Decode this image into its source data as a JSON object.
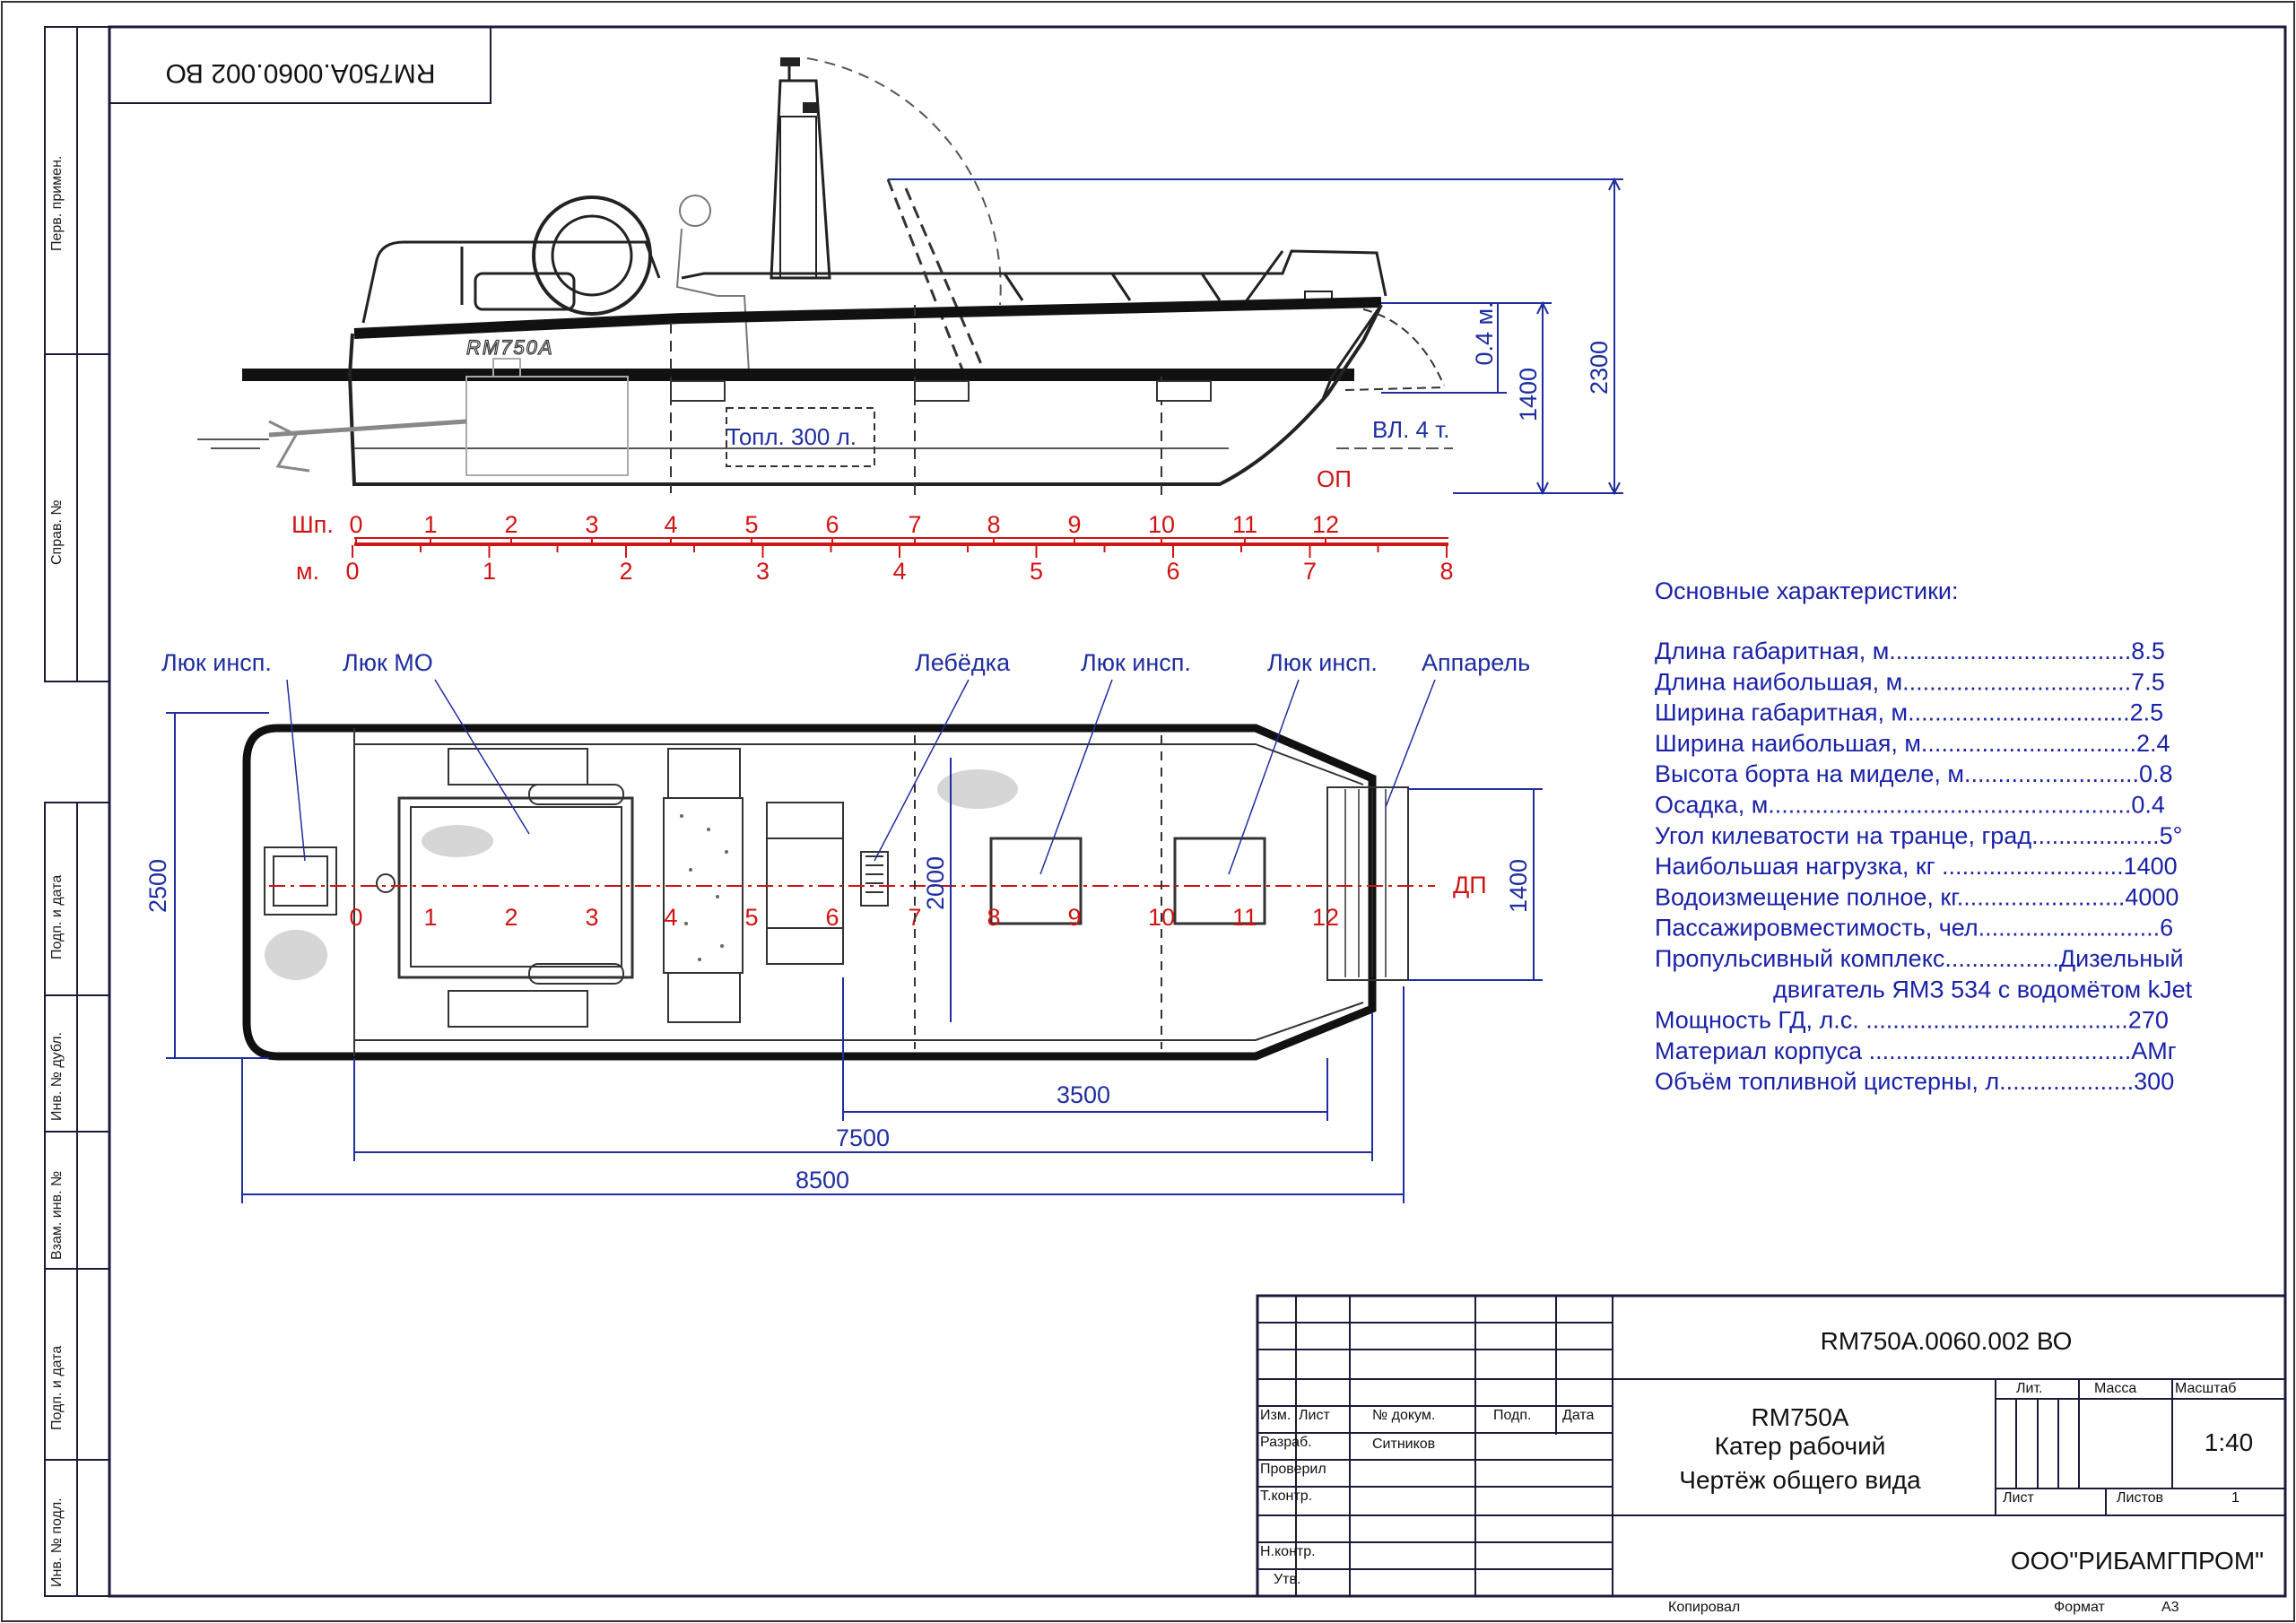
{
  "stamp": {
    "code": "RM750A.0060.002 ВО"
  },
  "side_stamps": [
    "Перв. примен.",
    "Справ. №",
    "Подп. и дата",
    "Инв. № дубл.",
    "Взам. инв. №",
    "Подп. и дата",
    "Инв. № подл."
  ],
  "side_view": {
    "hull_name": "RM750A",
    "fuel_label": "Топл. 300 л.",
    "waterline_label": "ВЛ. 4 т.",
    "baseline_label": "ОП",
    "dim_height_total": "2300",
    "dim_height_side": "1400",
    "dim_freeboard": "0.4 м.",
    "frames_label": "Шп.",
    "frames": [
      "0",
      "1",
      "2",
      "3",
      "4",
      "5",
      "6",
      "7",
      "8",
      "9",
      "10",
      "11",
      "12"
    ],
    "meters_label": "м.",
    "meters": [
      "0",
      "1",
      "2",
      "3",
      "4",
      "5",
      "6",
      "7",
      "8"
    ]
  },
  "plan_view": {
    "labels": {
      "hatch1": "Люк инсп.",
      "engine_hatch": "Люк МО",
      "winch": "Лебёдка",
      "hatch2": "Люк инсп.",
      "hatch3": "Люк инсп.",
      "ramp": "Аппарель"
    },
    "centerline_label": "ДП",
    "frames": [
      "0",
      "1",
      "2",
      "3",
      "4",
      "5",
      "6",
      "7",
      "8",
      "9",
      "10",
      "11",
      "12"
    ],
    "dim_width_total": "2500",
    "dim_width_inner": "2000",
    "dim_ramp": "1400",
    "dim_3500": "3500",
    "dim_7500": "7500",
    "dim_8500": "8500"
  },
  "specs": {
    "title": "Основные характеристики:",
    "rows": [
      "Длина габаритная, м....................................8.5",
      "Длина наибольшая, м..................................7.5",
      "Ширина габаритная, м.................................2.5",
      "Ширина наибольшая, м................................2.4",
      "Высота борта на миделе, м..........................0.8",
      "Осадка, м......................................................0.4",
      "Угол килеватости на транце, град...................5°",
      "Наибольшая нагрузка, кг ...........................1400",
      "Водоизмещение полное, кг.........................4000",
      "Пассажировместимость, чел...........................6",
      "Пропульсивный комплекс.................Дизельный",
      "двигатель ЯМЗ 534 с водомётом  kJet",
      "Мощность ГД, л.с. .......................................270",
      "Материал корпуса .......................................АМг",
      "Объём топливной цистерны, л....................300"
    ]
  },
  "title_block": {
    "doc_code": "RM750A.0060.002 ВО",
    "name_line1": "RM750A",
    "name_line2": "Катер рабочий",
    "name_line3": "Чертёж общего вида",
    "col_izm": "Изм.",
    "col_list": "Лист",
    "col_docnum": "№ докум.",
    "col_sign": "Подп.",
    "col_date": "Дата",
    "row_razrab": "Разраб.",
    "razrab_name": "Ситников",
    "row_proveril": "Проверил",
    "row_tkontr": "Т.контр.",
    "row_nkontr": "Н.контр.",
    "row_utv": "Утв.",
    "lit": "Лит.",
    "massa": "Масса",
    "masshtab": "Масштаб",
    "scale": "1:40",
    "sheet": "Лист",
    "sheets": "Листов",
    "sheets_count": "1",
    "company": "ООО\"РИБАМГПРОМ\"",
    "copied": "Копировал",
    "format_label": "Формат",
    "format_value": "А3"
  }
}
